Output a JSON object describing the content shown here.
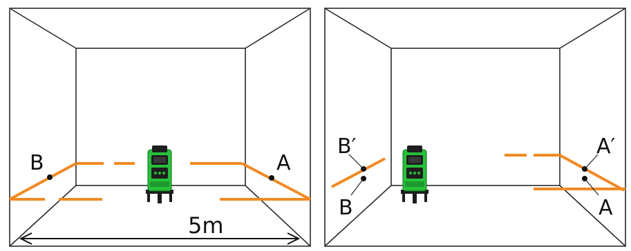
{
  "colors": {
    "laser": "#f08a24",
    "device_body": "#27c13c",
    "device_dark": "#1e1e1e",
    "wall_line": "#2a2a2a"
  },
  "left_panel": {
    "point_a_label": "A",
    "point_b_label": "B",
    "distance_label": "5m"
  },
  "right_panel": {
    "point_a_label": "A",
    "point_a_prime_label": "A′",
    "point_b_label": "B",
    "point_b_prime_label": "B′"
  },
  "icons": {
    "device": "laser-level-icon"
  }
}
